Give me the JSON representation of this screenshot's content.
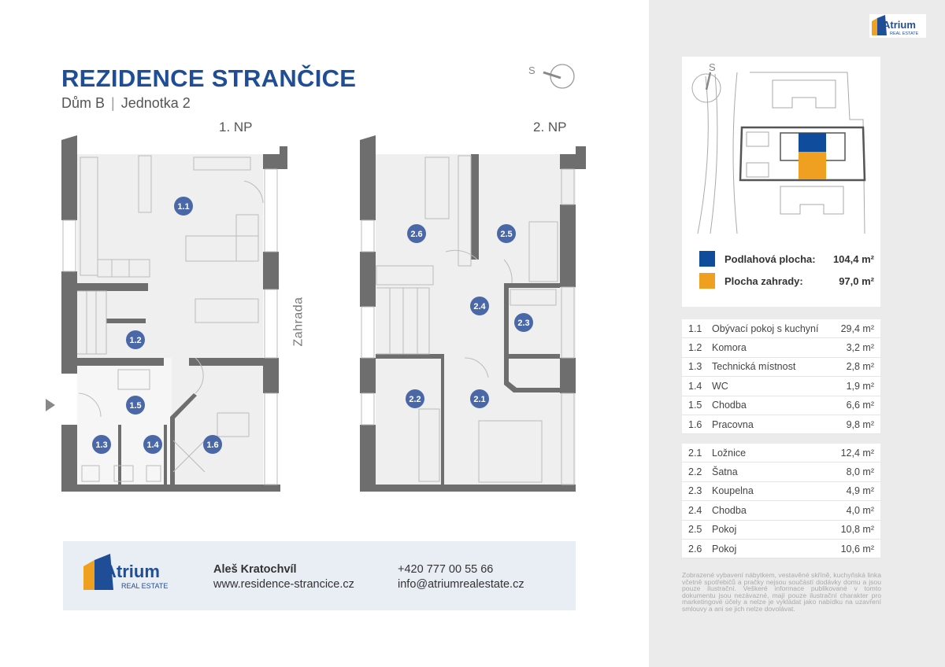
{
  "header": {
    "title": "REZIDENCE STRANČICE",
    "building": "Dům B",
    "unit": "Jednotka 2",
    "separator": "|",
    "compass_label": "S"
  },
  "floors": [
    {
      "label": "1. NP",
      "rooms": [
        "1.1",
        "1.2",
        "1.3",
        "1.4",
        "1.5",
        "1.6"
      ]
    },
    {
      "label": "2. NP",
      "rooms": [
        "2.1",
        "2.2",
        "2.3",
        "2.4",
        "2.5",
        "2.6"
      ]
    }
  ],
  "garden_label": "Zahrada",
  "footer": {
    "logo_text": "Atrium",
    "logo_sub": "REAL ESTATE",
    "contact_name": "Aleš Kratochvíl",
    "website": "www.residence-strancice.cz",
    "phone": "+420 777 00 55 66",
    "email": "info@atriumrealestate.cz"
  },
  "site": {
    "compass_label": "S",
    "legend": [
      {
        "label": "Podlahová plocha:",
        "value": "104,4 m²",
        "color": "#0f4c9c"
      },
      {
        "label": "Plocha zahrady:",
        "value": "97,0 m²",
        "color": "#f0a020"
      }
    ]
  },
  "rooms_table": [
    [
      {
        "no": "1.1",
        "name": "Obývací pokoj s kuchyní",
        "area": "29,4 m²"
      },
      {
        "no": "1.2",
        "name": "Komora",
        "area": "3,2 m²"
      },
      {
        "no": "1.3",
        "name": "Technická místnost",
        "area": "2,8 m²"
      },
      {
        "no": "1.4",
        "name": "WC",
        "area": "1,9 m²"
      },
      {
        "no": "1.5",
        "name": "Chodba",
        "area": "6,6 m²"
      },
      {
        "no": "1.6",
        "name": "Pracovna",
        "area": "9,8 m²"
      }
    ],
    [
      {
        "no": "2.1",
        "name": "Ložnice",
        "area": "12,4 m²"
      },
      {
        "no": "2.2",
        "name": "Šatna",
        "area": "8,0 m²"
      },
      {
        "no": "2.3",
        "name": "Koupelna",
        "area": "4,9 m²"
      },
      {
        "no": "2.4",
        "name": "Chodba",
        "area": "4,0 m²"
      },
      {
        "no": "2.5",
        "name": "Pokoj",
        "area": "10,8 m²"
      },
      {
        "no": "2.6",
        "name": "Pokoj",
        "area": "10,6 m²"
      }
    ]
  ],
  "disclaimer": "Zobrazené vybavení nábytkem, vestavěné skříně, kuchyňská linka včetně spotřebičů a pračky nejsou součástí dodávky domu a jsou pouze ilustrační. Veškeré informace publikované v tomto dokumentu jsou nezávazné, mají pouze ilustrační charakter pro marketingové účely a nelze je vykládat jako nabídku na uzavření smlouvy a ani se jich nelze dovolávat.",
  "brand_colors": {
    "primary": "#1f4e96",
    "accent": "#f0a020",
    "room_badge": "#4a67a8"
  }
}
